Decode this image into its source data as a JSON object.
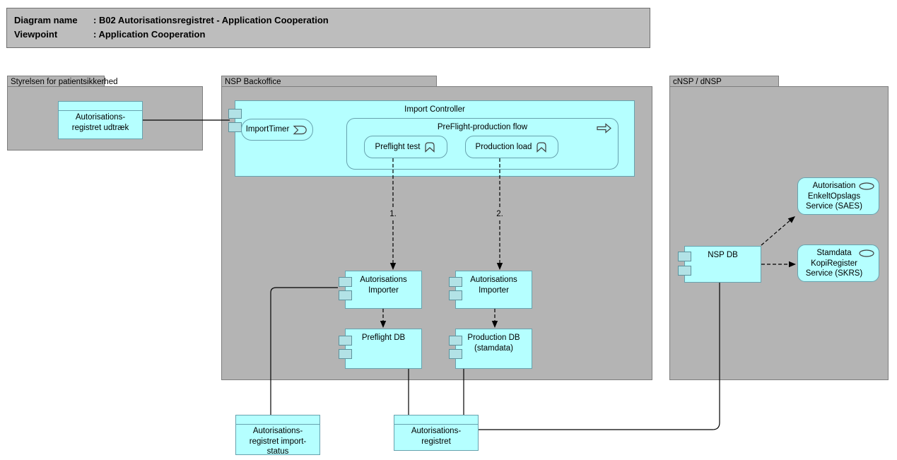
{
  "title": {
    "rows": [
      {
        "label": "Diagram name",
        "value": ": B02 Autorisationsregistret - Application Cooperation"
      },
      {
        "label": "Viewpoint",
        "value": ": Application Cooperation"
      }
    ]
  },
  "groups": {
    "styrelsen": {
      "label": "Styrelsen for patientsikkerhed"
    },
    "nsp_backoffice": {
      "label": "NSP Backoffice"
    },
    "cnsp": {
      "label": "cNSP / dNSP"
    }
  },
  "nodes": {
    "udtraek": {
      "label": "Autorisations-\nregistret udtræk"
    },
    "import_controller": {
      "label": "Import Controller"
    },
    "import_timer": {
      "label": "ImportTimer"
    },
    "flow": {
      "label": "PreFlight-production flow"
    },
    "preflight_test": {
      "label": "Preflight test"
    },
    "production_load": {
      "label": "Production load"
    },
    "importer_left": {
      "label": "Autorisations\nImporter"
    },
    "importer_right": {
      "label": "Autorisations\nImporter"
    },
    "preflight_db": {
      "label": "Preflight DB"
    },
    "production_db": {
      "label": "Production DB\n(stamdata)"
    },
    "nsp_db": {
      "label": "NSP DB"
    },
    "saes": {
      "label": "Autorisation\nEnkeltOpslags\nService (SAES)"
    },
    "skrs": {
      "label": "Stamdata\nKopiRegister\nService (SKRS)"
    },
    "import_status": {
      "label": "Autorisations-\nregistret import-\nstatus"
    },
    "aut_registret": {
      "label": "Autorisations-\nregistret"
    }
  },
  "edges": {
    "flow1_label": "1.",
    "flow2_label": "2."
  },
  "colors": {
    "element_fill": "#b5ffff",
    "element_border": "#67a2ae",
    "port_fill": "#b2e2e6",
    "group_fill": "#b4b4b4",
    "title_fill": "#bdbdbd",
    "line": "#000000"
  }
}
